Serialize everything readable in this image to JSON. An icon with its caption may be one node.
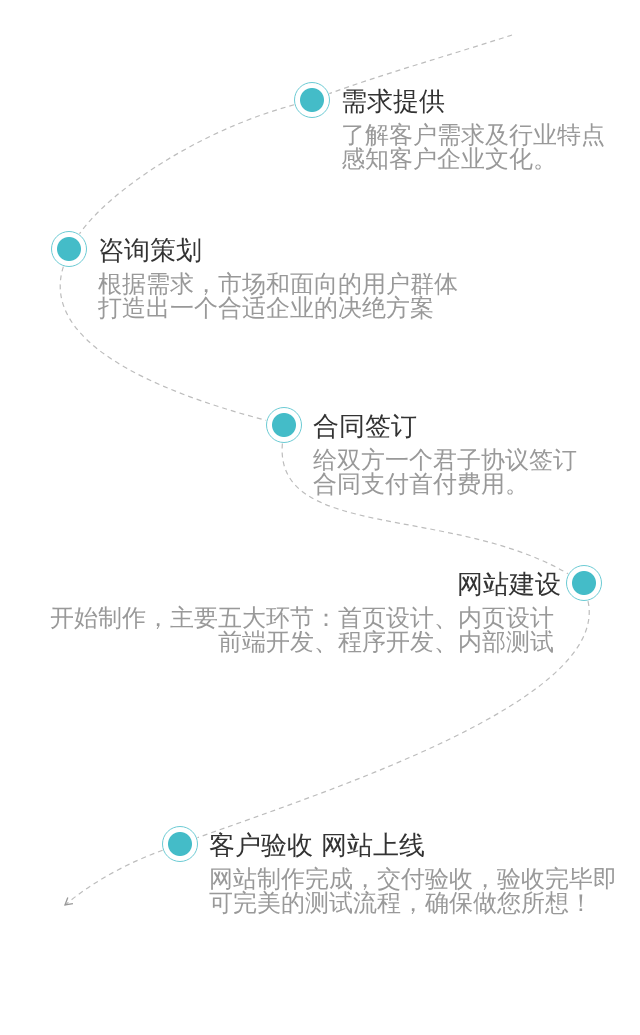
{
  "diagram": {
    "nodes": [
      {
        "text": [
          "需求提供",
          "了解客户需求及行业特点感知客户企业文化。"
        ]
      },
      {
        "text": [
          "咨询策划",
          "根据需求，市场和面向的用户群体打造出一个合适企业的决绝方案"
        ]
      },
      {
        "text": [
          "合同签订",
          "给双方一个君子协议签订合同支付首付费用。"
        ]
      },
      {
        "text": [
          "网站建设",
          "开始制作，主要五大环节：首页设计、内页设计前端开发、程序开发、内部测试"
        ]
      },
      {
        "text": [
          "客户验收 网站上线",
          "网站制作完成，交付验收，验收完毕即可完美的测试流程，确保做您所想！"
        ]
      }
    ],
    "edges": [
      {
        "from": null,
        "to": 0,
        "arrow": "none",
        "style": "dashed"
      },
      {
        "from": 0,
        "to": 1,
        "arrow": "none",
        "style": "dashed"
      },
      {
        "from": 1,
        "to": 2,
        "arrow": "none",
        "style": "dashed"
      },
      {
        "from": 2,
        "to": 3,
        "arrow": "none",
        "style": "dashed"
      },
      {
        "from": 3,
        "to": 4,
        "arrow": "none",
        "style": "dashed"
      },
      {
        "from": 4,
        "to": null,
        "arrow": "to",
        "style": "dashed"
      }
    ]
  }
}
